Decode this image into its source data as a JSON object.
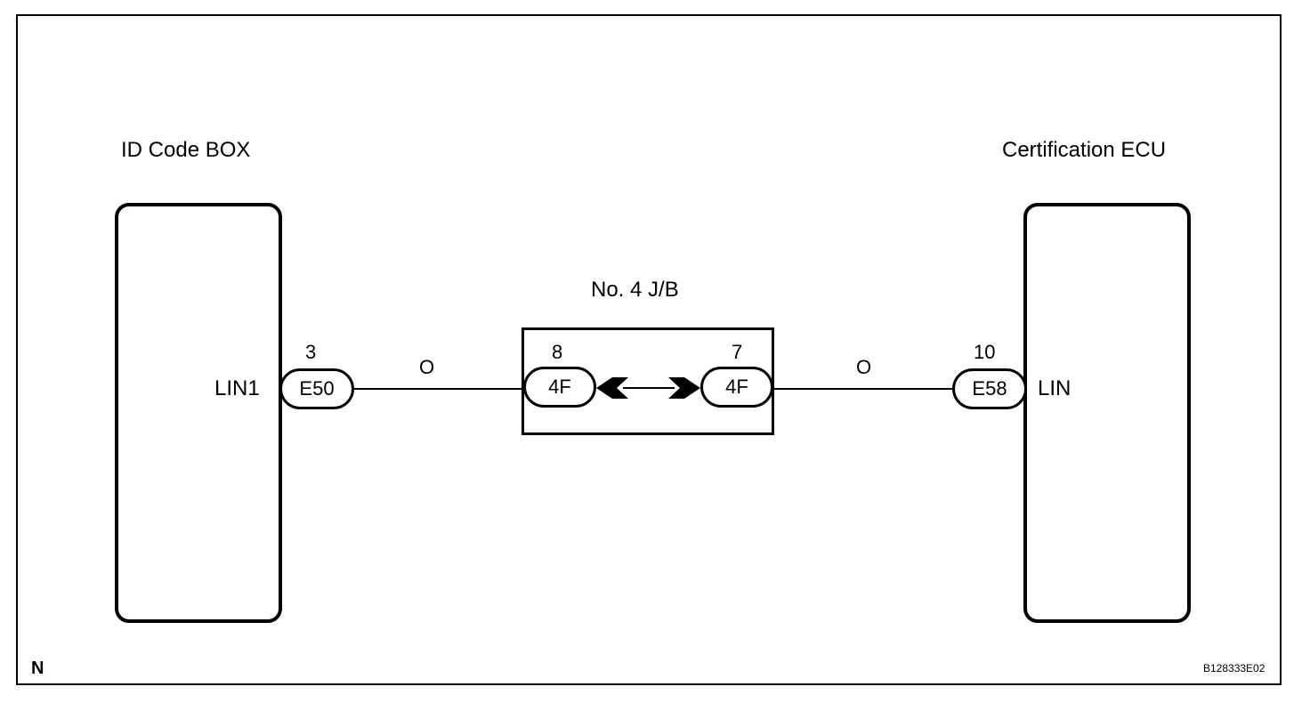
{
  "left_component": {
    "label": "ID Code BOX",
    "terminal": "LIN1",
    "pin": "3",
    "connector": "E50"
  },
  "right_component": {
    "label": "Certification ECU",
    "terminal": "LIN",
    "pin": "10",
    "connector": "E58"
  },
  "junction_block": {
    "label": "No. 4 J/B",
    "left_pin": "8",
    "left_connector": "4F",
    "right_pin": "7",
    "right_connector": "4F"
  },
  "wires": {
    "left_color": "O",
    "right_color": "O"
  },
  "corner_mark": "N",
  "figure_id": "B128333E02"
}
